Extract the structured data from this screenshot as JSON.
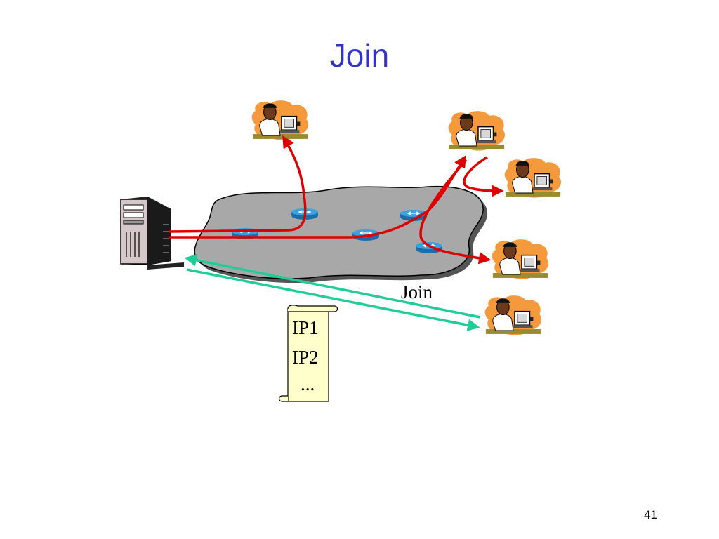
{
  "slide": {
    "title": "Join",
    "page_number": "41"
  },
  "diagram": {
    "join_label": "Join",
    "scroll_lines": [
      "IP1",
      "IP2",
      "..."
    ],
    "colors": {
      "title": "#3333cc",
      "multicast_path": "#dd0000",
      "join_request": "#22cc99",
      "network_cloud": "#a8a8a8",
      "router": "#2a8fd0",
      "user_background": "#f59a3c"
    }
  }
}
